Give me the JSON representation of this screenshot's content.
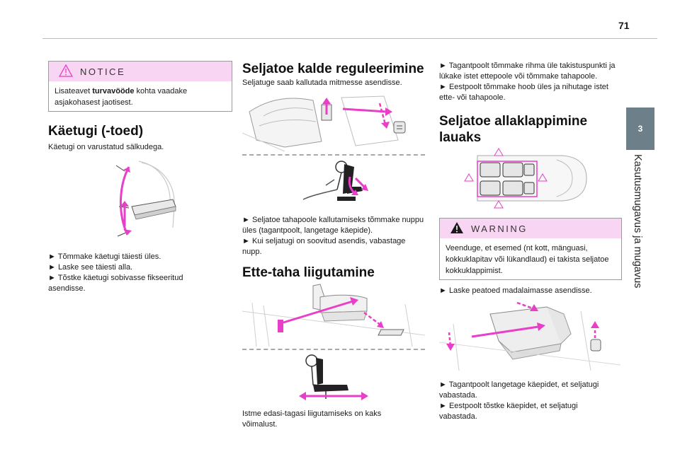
{
  "page": {
    "number": "71",
    "tab_number": "3",
    "side_title": "Kasutusmugavus ja mugavus"
  },
  "col1": {
    "notice": {
      "label": "NOTICE",
      "text_before": "Lisateavet ",
      "text_bold": "turvavööde",
      "text_after": " kohta vaadake asjakohasest jaotisest."
    },
    "armrest": {
      "title": "Käetugi (-toed)",
      "intro": "Käetugi on varustatud sälkudega.",
      "steps": [
        "► Tõmmake käetugi täiesti üles.",
        "► Laske see täiesti alla.",
        "► Tõstke käetugi sobivasse fikseeritud asendisse."
      ]
    }
  },
  "col2": {
    "recline": {
      "title": "Seljatoe kalde reguleerimine",
      "intro": "Seljatuge saab kallutada mitmesse asendisse.",
      "steps": [
        "► Seljatoe tahapoole kallutamiseks tõmmake nuppu üles (tagantpoolt, langetage käepide).",
        "► Kui seljatugi on soovitud asendis, vabastage nupp."
      ]
    },
    "slide": {
      "title": "Ette-taha liigutamine",
      "text": "Istme edasi-tagasi liigutamiseks on kaks võimalust."
    }
  },
  "col3": {
    "steps_top": [
      "► Tagantpoolt tõmmake rihma üle takistuspunkti ja lükake istet ettepoole või tõmmake tahapoole.",
      "► Eestpoolt tõmmake hoob üles ja nihutage istet ette- või tahapoole."
    ],
    "fold": {
      "title": "Seljatoe allaklappimine lauaks"
    },
    "warning": {
      "label": "WARNING",
      "text": "Veenduge, et esemed (nt kott, mänguasi, kokkuklapitav või lükandlaud) ei takista seljatoe kokkuklappimist."
    },
    "step_headrest": "► Laske peatoed madalaimasse asendisse.",
    "steps_bottom": [
      "► Tagantpoolt langetage käepidet, et seljatugi vabastada.",
      "► Eestpoolt tõstke käepidet, et seljatugi vabastada."
    ]
  },
  "colors": {
    "accent": "#e83ec8",
    "notice_bg": "#f8d5f2",
    "tab_bg": "#6d7f88"
  }
}
